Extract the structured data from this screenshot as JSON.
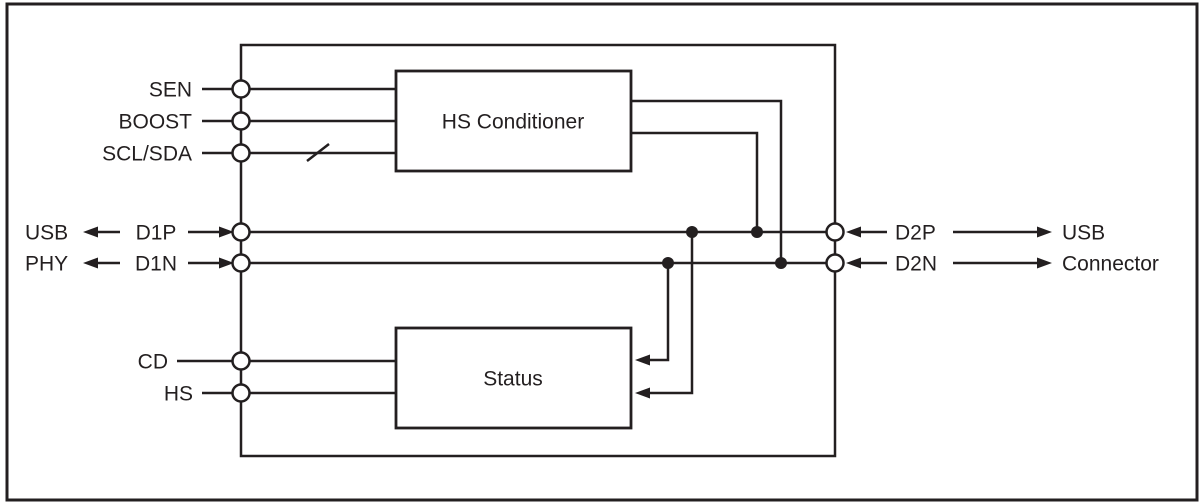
{
  "diagram": {
    "type": "block-diagram",
    "colors": {
      "line": "#231f20",
      "text": "#231f20",
      "background": "#ffffff",
      "pin_fill": "#ffffff"
    },
    "blocks": {
      "hs_conditioner": "HS Conditioner",
      "status": "Status"
    },
    "pins": {
      "sen": "SEN",
      "boost": "BOOST",
      "scl_sda": "SCL/SDA",
      "d1p": "D1P",
      "d1n": "D1N",
      "cd": "CD",
      "hs": "HS",
      "d2p": "D2P",
      "d2n": "D2N"
    },
    "external": {
      "left_top": "USB",
      "left_bottom": "PHY",
      "right_top": "USB",
      "right_bottom": "Connector"
    }
  }
}
